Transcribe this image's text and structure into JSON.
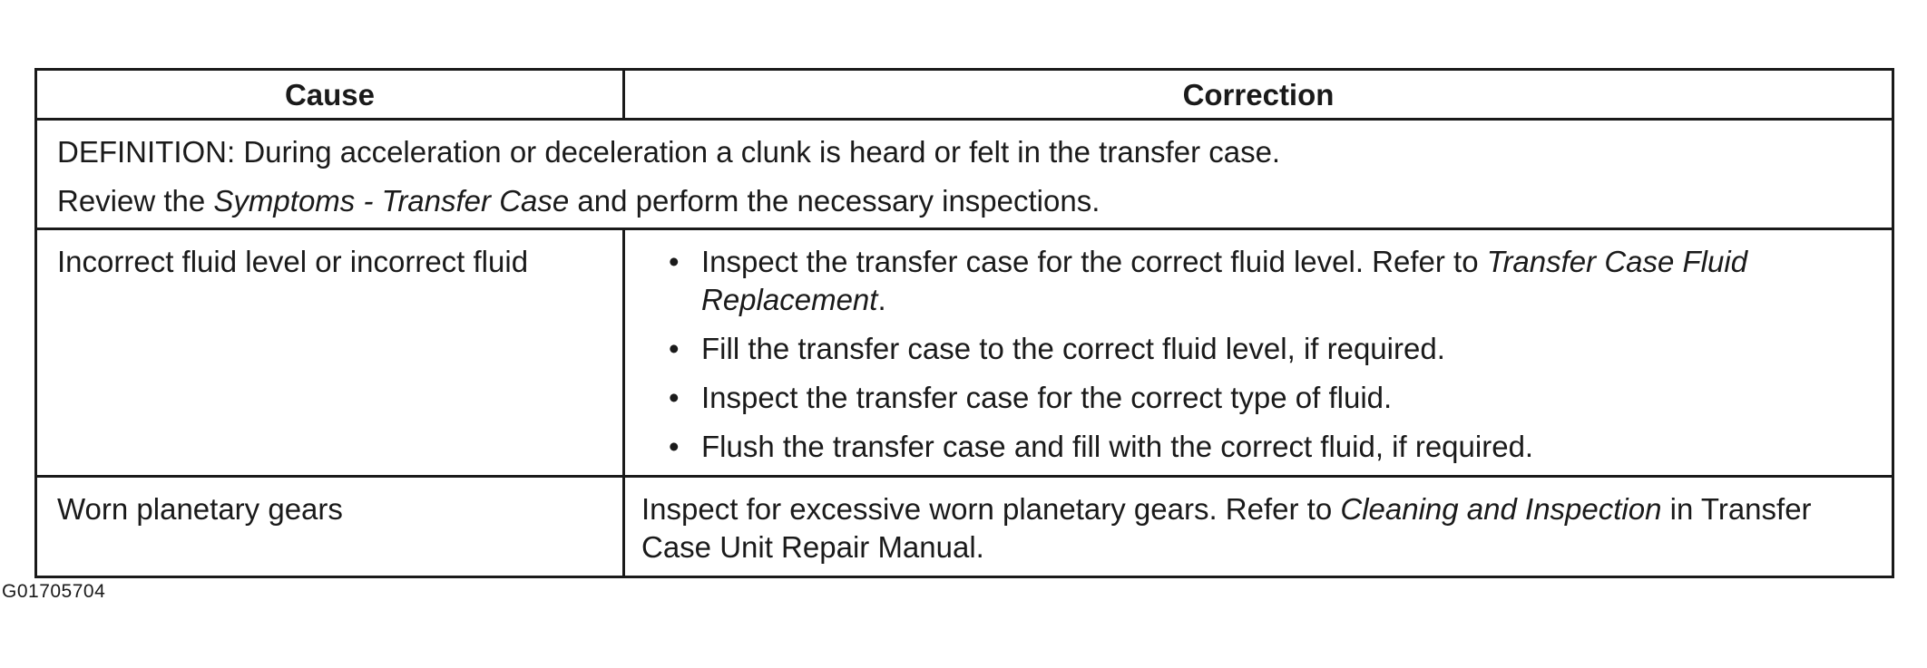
{
  "table": {
    "headers": {
      "cause": "Cause",
      "correction": "Correction"
    },
    "definition": {
      "line1": "DEFINITION: During acceleration or deceleration a clunk is heard or felt in the transfer case.",
      "line2_pre": "Review the ",
      "line2_ref": "Symptoms - Transfer Case",
      "line2_post": " and perform the necessary inspections."
    },
    "rows": [
      {
        "cause": "Incorrect fluid level or incorrect fluid",
        "bullets": {
          "b1_pre": "Inspect the transfer case for the correct fluid level. Refer to ",
          "b1_ref": "Transfer Case Fluid Replacement",
          "b1_post": ".",
          "b2": "Fill the transfer case to the correct fluid level, if required.",
          "b3": "Inspect the transfer case for the correct type of fluid.",
          "b4": "Flush the transfer case and fill with the correct fluid, if required."
        }
      },
      {
        "cause": "Worn planetary gears",
        "correction_pre": "Inspect for excessive worn planetary gears. Refer to ",
        "correction_ref": "Cleaning and Inspection",
        "correction_post": " in Transfer Case Unit Repair Manual."
      }
    ],
    "bullet_glyph": "•"
  },
  "figure_id": "G01705704"
}
